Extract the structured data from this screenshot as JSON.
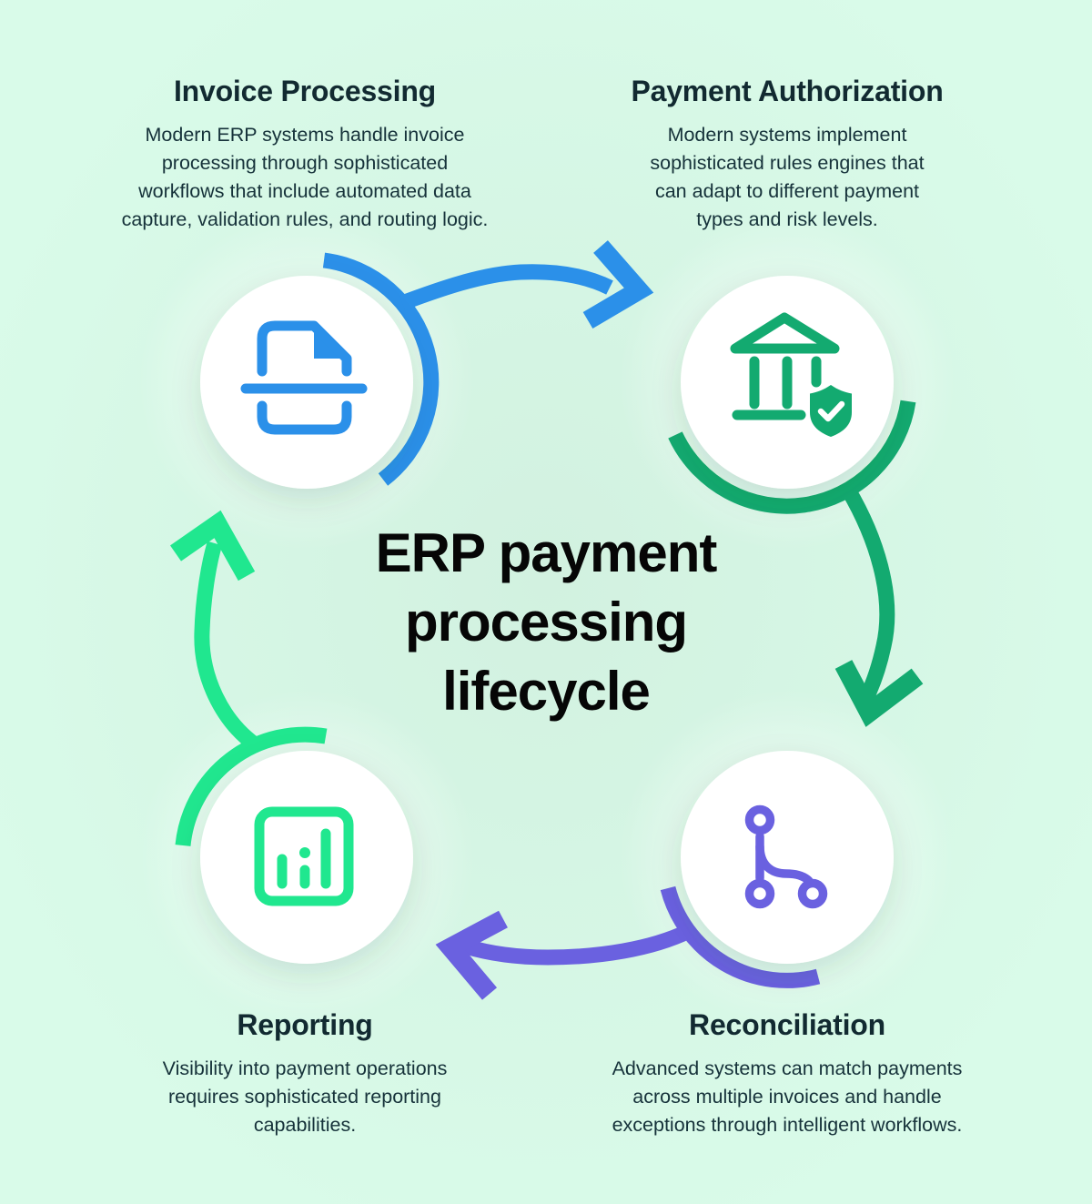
{
  "title": {
    "lines": [
      "ERP payment",
      "processing",
      "lifecycle"
    ]
  },
  "stages": [
    {
      "id": "invoice-processing",
      "label": "Invoice Processing",
      "description_lines": [
        "Modern ERP systems handle invoice",
        "processing through sophisticated",
        "workflows that include automated data",
        "capture, validation rules, and routing logic."
      ],
      "icon": "document-scan-icon",
      "color": "#2b90e9",
      "position": "top-left"
    },
    {
      "id": "payment-authorization",
      "label": "Payment Authorization",
      "description_lines": [
        "Modern systems implement",
        "sophisticated rules engines that",
        "can adapt to different payment",
        "types and risk levels."
      ],
      "icon": "bank-shield-check-icon",
      "color": "#13aa70",
      "position": "top-right"
    },
    {
      "id": "reconciliation",
      "label": "Reconciliation",
      "description_lines": [
        "Advanced systems can match payments",
        "across multiple invoices and handle",
        "exceptions through intelligent workflows."
      ],
      "icon": "git-branch-icon",
      "color": "#6a61e0",
      "position": "bottom-right"
    },
    {
      "id": "reporting",
      "label": "Reporting",
      "description_lines": [
        "Visibility into payment operations",
        "requires sophisticated reporting",
        "capabilities."
      ],
      "icon": "bar-chart-icon",
      "color": "#20e78f",
      "position": "bottom-left"
    }
  ],
  "colors": {
    "background": "#d9fbe9",
    "blue": "#2b90e9",
    "emerald": "#13aa70",
    "purple": "#6a61e0",
    "spring": "#20e78f",
    "heading_text": "#122a31",
    "body_text": "#16323a",
    "title_text": "#060606",
    "circle_fill": "#ffffff"
  }
}
